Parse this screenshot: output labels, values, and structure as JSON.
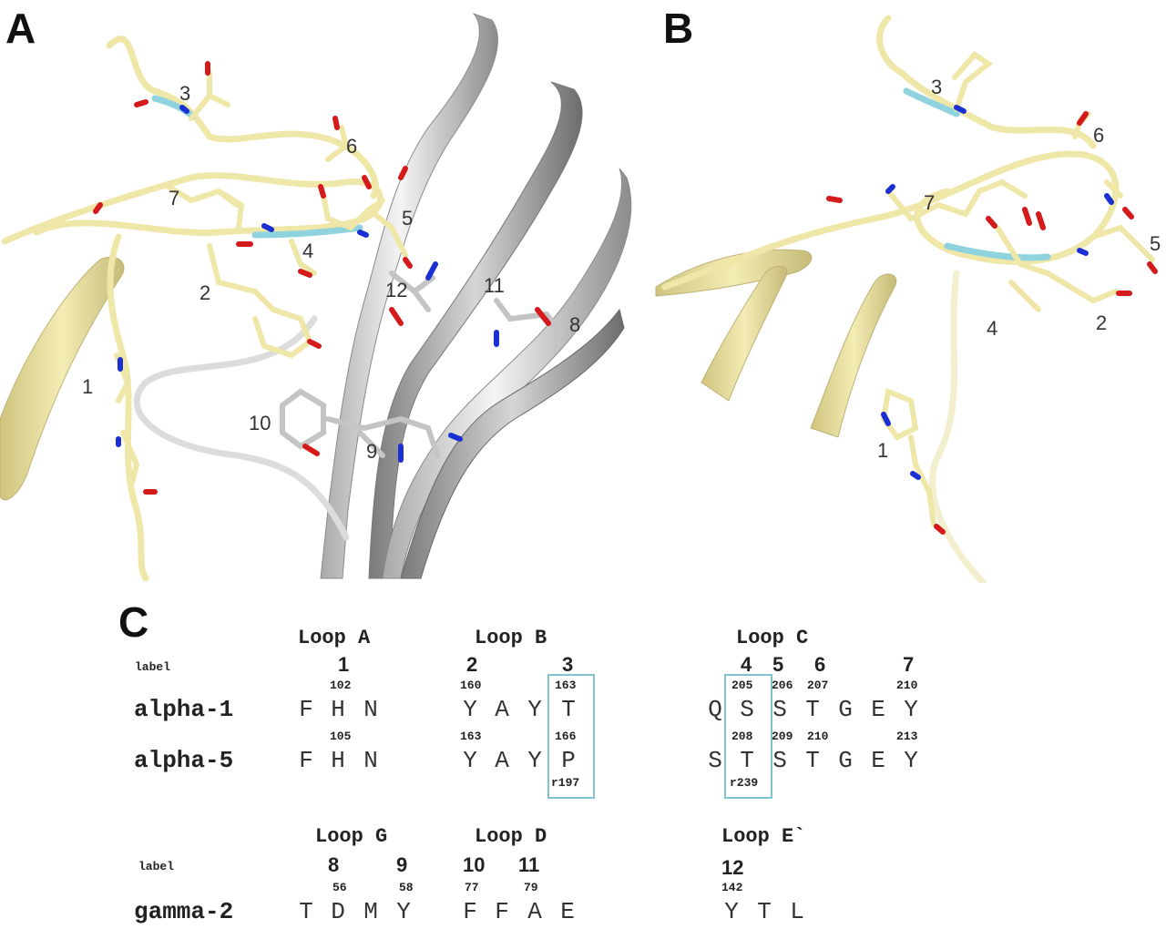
{
  "panels": {
    "a_letter": "A",
    "b_letter": "B",
    "c_letter": "C"
  },
  "panel_a_labels": [
    "1",
    "2",
    "3",
    "4",
    "5",
    "6",
    "7",
    "8",
    "9",
    "10",
    "11",
    "12"
  ],
  "panel_b_labels": [
    "1",
    "2",
    "3",
    "4",
    "5",
    "6",
    "7"
  ],
  "colors": {
    "ribbon_alpha": "#efe7a8",
    "ribbon_edge": "#c9bf7c",
    "highlight": "#8ed3de",
    "ribbon_gamma": "#d0d0d0",
    "oxygen": "#d41a1a",
    "nitrogen": "#1a2fd4",
    "box": "#7ec3cd"
  },
  "table1": {
    "loops": [
      "Loop A",
      "Loop B",
      "Loop C"
    ],
    "label_text": "label",
    "positions": [
      "1",
      "2",
      "3",
      "4",
      "5",
      "6",
      "7"
    ],
    "alpha1": {
      "name": "alpha-1",
      "numbers": [
        "102",
        "160",
        "163",
        "205",
        "206",
        "207",
        "210"
      ],
      "residues": [
        "F",
        "H",
        "N",
        "Y",
        "A",
        "Y",
        "T",
        "Q",
        "S",
        "S",
        "T",
        "G",
        "E",
        "Y"
      ]
    },
    "alpha5": {
      "name": "alpha-5",
      "numbers": [
        "105",
        "163",
        "166",
        "208",
        "209",
        "210",
        "213"
      ],
      "residues": [
        "F",
        "H",
        "N",
        "Y",
        "A",
        "Y",
        "P",
        "S",
        "T",
        "S",
        "T",
        "G",
        "E",
        "Y"
      ]
    },
    "box_notes": [
      "r197",
      "r239"
    ]
  },
  "table2": {
    "loops": [
      "Loop G",
      "Loop D",
      "Loop E`"
    ],
    "label_text": "label",
    "positions": [
      "8",
      "9",
      "10",
      "11",
      "12"
    ],
    "gamma2": {
      "name": "gamma-2",
      "numbers": [
        "56",
        "58",
        "77",
        "79",
        "142"
      ],
      "residues": [
        "T",
        "D",
        "M",
        "Y",
        "F",
        "F",
        "A",
        "E",
        "Y",
        "T",
        "L"
      ]
    }
  }
}
